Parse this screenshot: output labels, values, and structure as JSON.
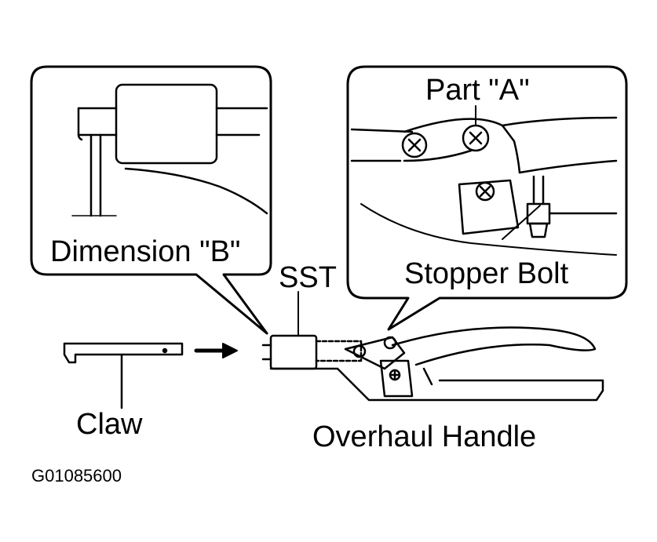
{
  "labels": {
    "part_a": "Part \"A\"",
    "dimension_b": "Dimension \"B\"",
    "sst": "SST",
    "stopper_bolt": "Stopper Bolt",
    "claw": "Claw",
    "overhaul_handle": "Overhaul Handle",
    "figure_id": "G01085600"
  },
  "colors": {
    "ink": "#000000",
    "paper": "#ffffff"
  }
}
